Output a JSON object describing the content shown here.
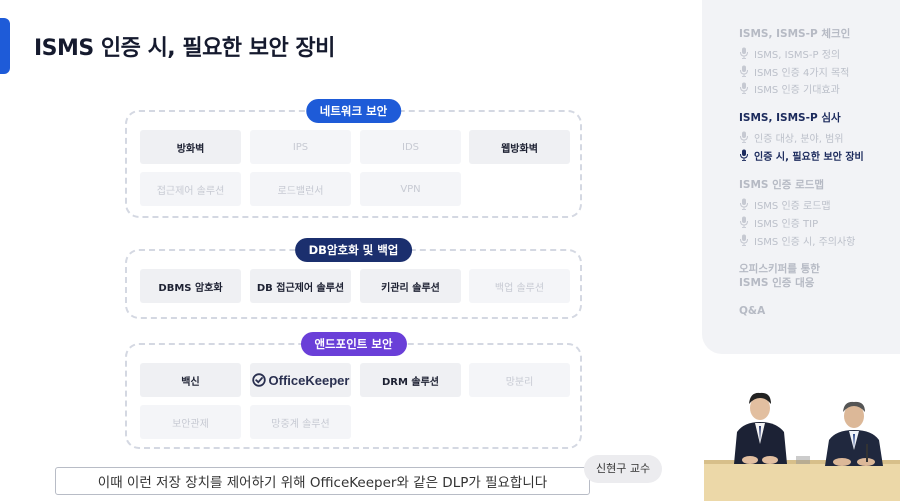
{
  "page": {
    "title": "ISMS 인증 시, 필요한 보안 장비"
  },
  "groups": [
    {
      "label": "네트워크 보안",
      "color": "#1e5bd8",
      "items": [
        {
          "label": "방화벽",
          "active": true
        },
        {
          "label": "IPS",
          "active": false
        },
        {
          "label": "IDS",
          "active": false
        },
        {
          "label": "웹방화벽",
          "active": true
        },
        {
          "label": "접근제어 솔루션",
          "active": false
        },
        {
          "label": "로드밸런서",
          "active": false
        },
        {
          "label": "VPN",
          "active": false
        }
      ]
    },
    {
      "label": "DB암호화 및 백업",
      "color": "#1b2f6e",
      "items": [
        {
          "label": "DBMS 암호화",
          "active": true
        },
        {
          "label": "DB 접근제어 솔루션",
          "active": true
        },
        {
          "label": "키관리 솔루션",
          "active": true
        },
        {
          "label": "백업 솔루션",
          "active": false
        }
      ]
    },
    {
      "label": "앤드포인트 보안",
      "color": "#6a3fd8",
      "items": [
        {
          "label": "백신",
          "active": true
        },
        {
          "label": "OfficeKeeper",
          "active": true,
          "logo": true
        },
        {
          "label": "DRM 솔루션",
          "active": true
        },
        {
          "label": "망분리",
          "active": false
        },
        {
          "label": "보안관제",
          "active": false
        },
        {
          "label": "망중계 솔루션",
          "active": false
        }
      ]
    }
  ],
  "sidebar": {
    "sections": [
      {
        "title": "ISMS, ISMS-P 체크인",
        "active": false,
        "items": [
          {
            "label": "ISMS, ISMS-P 정의",
            "active": false
          },
          {
            "label": "ISMS 인증 4가지 목적",
            "active": false
          },
          {
            "label": "ISMS 인증 기대효과",
            "active": false
          }
        ]
      },
      {
        "title": "ISMS, ISMS-P 심사",
        "active": true,
        "items": [
          {
            "label": "인증 대상, 분야, 범위",
            "active": false
          },
          {
            "label": "인증 시, 필요한 보안 장비",
            "active": true
          }
        ]
      },
      {
        "title": "ISMS 인증 로드맵",
        "active": false,
        "items": [
          {
            "label": "ISMS 인증 로드맵",
            "active": false
          },
          {
            "label": "ISMS 인증 TIP",
            "active": false
          },
          {
            "label": "ISMS 인증 시, 주의사항",
            "active": false
          }
        ]
      },
      {
        "title": "오피스키퍼를 통한\nISMS 인증 대응",
        "active": false,
        "items": []
      },
      {
        "title": "Q&A",
        "active": false,
        "items": []
      }
    ]
  },
  "caption": {
    "subtitle": "이때 이런 저장 장치를 제어하기 위해 OfficeKeeper와 같은 DLP가 필요합니다",
    "speaker": "신현구 교수"
  },
  "colors": {
    "accent": "#1e5bd8",
    "sidebar_bg": "#f2f3f6",
    "active_nav": "#1b2a5c"
  }
}
